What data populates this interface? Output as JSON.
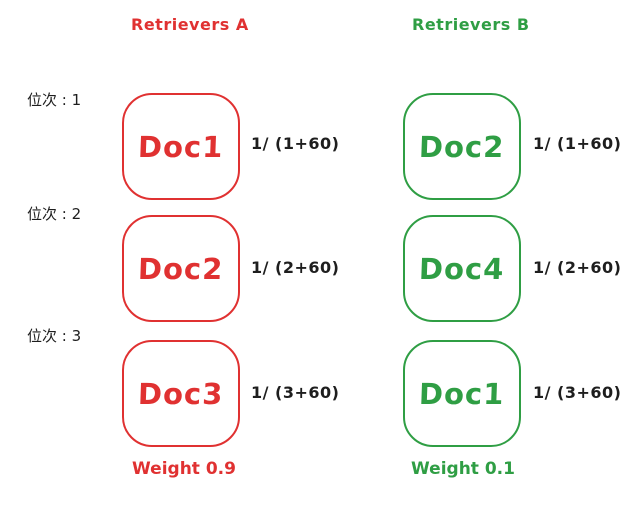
{
  "colors": {
    "red": "#e03131",
    "green": "#2f9e44",
    "ink": "#1e1e1e",
    "background": "#ffffff"
  },
  "ranks": [
    {
      "label": "位次 : 1"
    },
    {
      "label": "位次 : 2"
    },
    {
      "label": "位次 : 3"
    }
  ],
  "retrievers": [
    {
      "title": "Retrievers A",
      "weight_label": "Weight 0.9",
      "color": "#e03131",
      "rows": [
        {
          "doc": "Doc1",
          "score": "1/ (1+60)"
        },
        {
          "doc": "Doc2",
          "score": "1/ (2+60)"
        },
        {
          "doc": "Doc3",
          "score": "1/ (3+60)"
        }
      ]
    },
    {
      "title": "Retrievers B",
      "weight_label": "Weight 0.1",
      "color": "#2f9e44",
      "rows": [
        {
          "doc": "Doc2",
          "score": "1/ (1+60)"
        },
        {
          "doc": "Doc4",
          "score": "1/ (2+60)"
        },
        {
          "doc": "Doc1",
          "score": "1/ (3+60)"
        }
      ]
    }
  ]
}
